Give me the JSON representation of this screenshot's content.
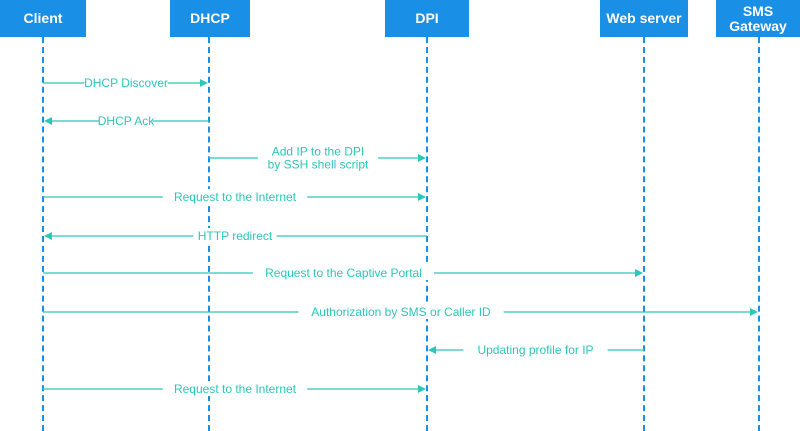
{
  "colors": {
    "actor_bg": "#1a8fe6",
    "actor_text": "#ffffff",
    "lifeline": "#1a8fe6",
    "message": "#2cc7b8"
  },
  "actors": [
    {
      "id": "client",
      "label": "Client"
    },
    {
      "id": "dhcp",
      "label": "DHCP"
    },
    {
      "id": "dpi",
      "label": "DPI"
    },
    {
      "id": "web",
      "label": "Web server"
    },
    {
      "id": "sms",
      "label": "SMS Gateway"
    }
  ],
  "messages": [
    {
      "from": "client",
      "to": "dhcp",
      "label": [
        "DHCP Discover"
      ]
    },
    {
      "from": "dhcp",
      "to": "client",
      "label": [
        "DHCP Ack"
      ]
    },
    {
      "from": "dhcp",
      "to": "dpi",
      "label": [
        "Add IP to the DPI",
        "by SSH shell script"
      ]
    },
    {
      "from": "client",
      "to": "dpi",
      "label": [
        "Request to the Internet"
      ]
    },
    {
      "from": "dpi",
      "to": "client",
      "label": [
        "HTTP redirect"
      ]
    },
    {
      "from": "client",
      "to": "web",
      "label": [
        "Request to the Captive Portal"
      ]
    },
    {
      "from": "client",
      "to": "sms",
      "label": [
        "Authorization by SMS or Caller ID"
      ]
    },
    {
      "from": "web",
      "to": "dpi",
      "label": [
        "Updating profile for IP"
      ]
    },
    {
      "from": "client",
      "to": "dpi",
      "label": [
        "Request to the Internet"
      ]
    }
  ]
}
